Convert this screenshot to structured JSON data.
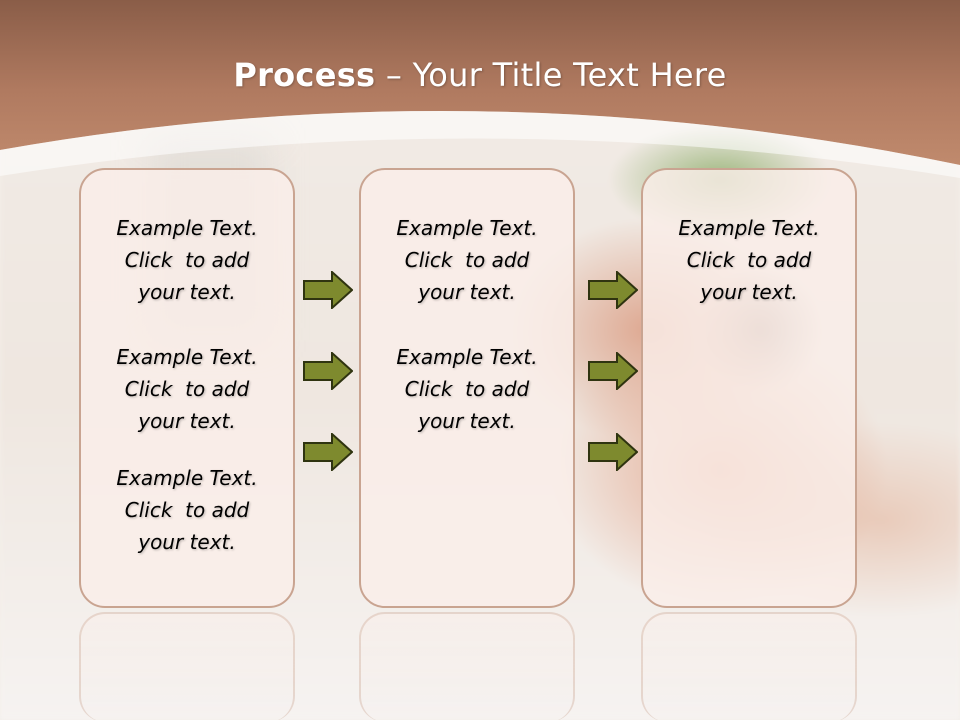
{
  "title": {
    "bold": "Process",
    "rest": " – Your Title Text Here"
  },
  "columns": [
    {
      "items": [
        {
          "line1": "Example Text.",
          "line2": "Click  to add",
          "line3": "your text."
        },
        {
          "line1": "Example Text.",
          "line2": "Click  to add",
          "line3": "your text."
        },
        {
          "line1": "Example Text.",
          "line2": "Click  to add",
          "line3": "your text."
        }
      ]
    },
    {
      "items": [
        {
          "line1": "Example Text.",
          "line2": "Click  to add",
          "line3": "your text."
        },
        {
          "line1": "Example Text.",
          "line2": "Click  to add",
          "line3": "your text."
        }
      ]
    },
    {
      "items": [
        {
          "line1": "Example Text.",
          "line2": "Click  to add",
          "line3": "your text."
        }
      ]
    }
  ],
  "colors": {
    "header": "#b07a60",
    "box_border": "#c9a491",
    "arrow_fill": "#7e8a2e",
    "arrow_stroke": "#2f3410"
  },
  "icons": {
    "arrow": "right-arrow-icon"
  }
}
